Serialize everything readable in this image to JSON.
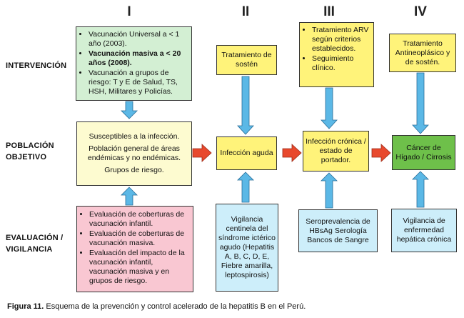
{
  "columns": [
    "I",
    "II",
    "III",
    "IV"
  ],
  "rows": {
    "intervencion": "INTERVENCIÓN",
    "poblacion": [
      "POBLACIÓN",
      "OBJETIVO"
    ],
    "evaluacion": [
      "EVALUACIÓN /",
      "VIGILANCIA"
    ]
  },
  "intervention": {
    "col1": [
      {
        "text": "Vacunación Universal a < 1 año (2003).",
        "bold": false
      },
      {
        "text": "Vacunación masiva a < 20 años (2008).",
        "bold": true
      },
      {
        "text": "Vacunación a grupos de riesgo: T y E de Salud, TS, HSH, Militares y Policías.",
        "bold": false
      }
    ],
    "col2": "Tratamiento de sostén",
    "col3": [
      "Tratamiento ARV según criterios establecidos.",
      "Seguimiento clínico."
    ],
    "col4": "Tratamiento Antineoplásico y de sostén."
  },
  "population": {
    "col1": [
      "Susceptibles a la infección.",
      "Población general de áreas endémicas y no endémicas.",
      "Grupos de riesgo."
    ],
    "col2": "Infección aguda",
    "col3": "Infección crónica / estado de portador.",
    "col4": "Cáncer de Hígado / Cirrosis"
  },
  "evaluation": {
    "col1": [
      "Evaluación de coberturas de vacunación infantil.",
      "Evaluación de coberturas de vacunación masiva.",
      "Evaluación del impacto de la vacunación infantil, vacunación masiva y en grupos de riesgo."
    ],
    "col2": "Vigilancia centinela del síndrome ictérico agudo (Hepatitis A, B, C, D, E, Fiebre amarilla, leptospirosis)",
    "col3": "Seroprevalencia de HBsAg Serología Bancos de Sangre",
    "col4": "Vigilancia de enfermedad hepática crónica"
  },
  "caption": {
    "label": "Figura 11.",
    "text": " Esquema de la prevención y control acelerado de la hepatitis B en el Perú."
  },
  "colors": {
    "arrow_blue": "#5bb8e6",
    "arrow_red": "#e8492d"
  }
}
